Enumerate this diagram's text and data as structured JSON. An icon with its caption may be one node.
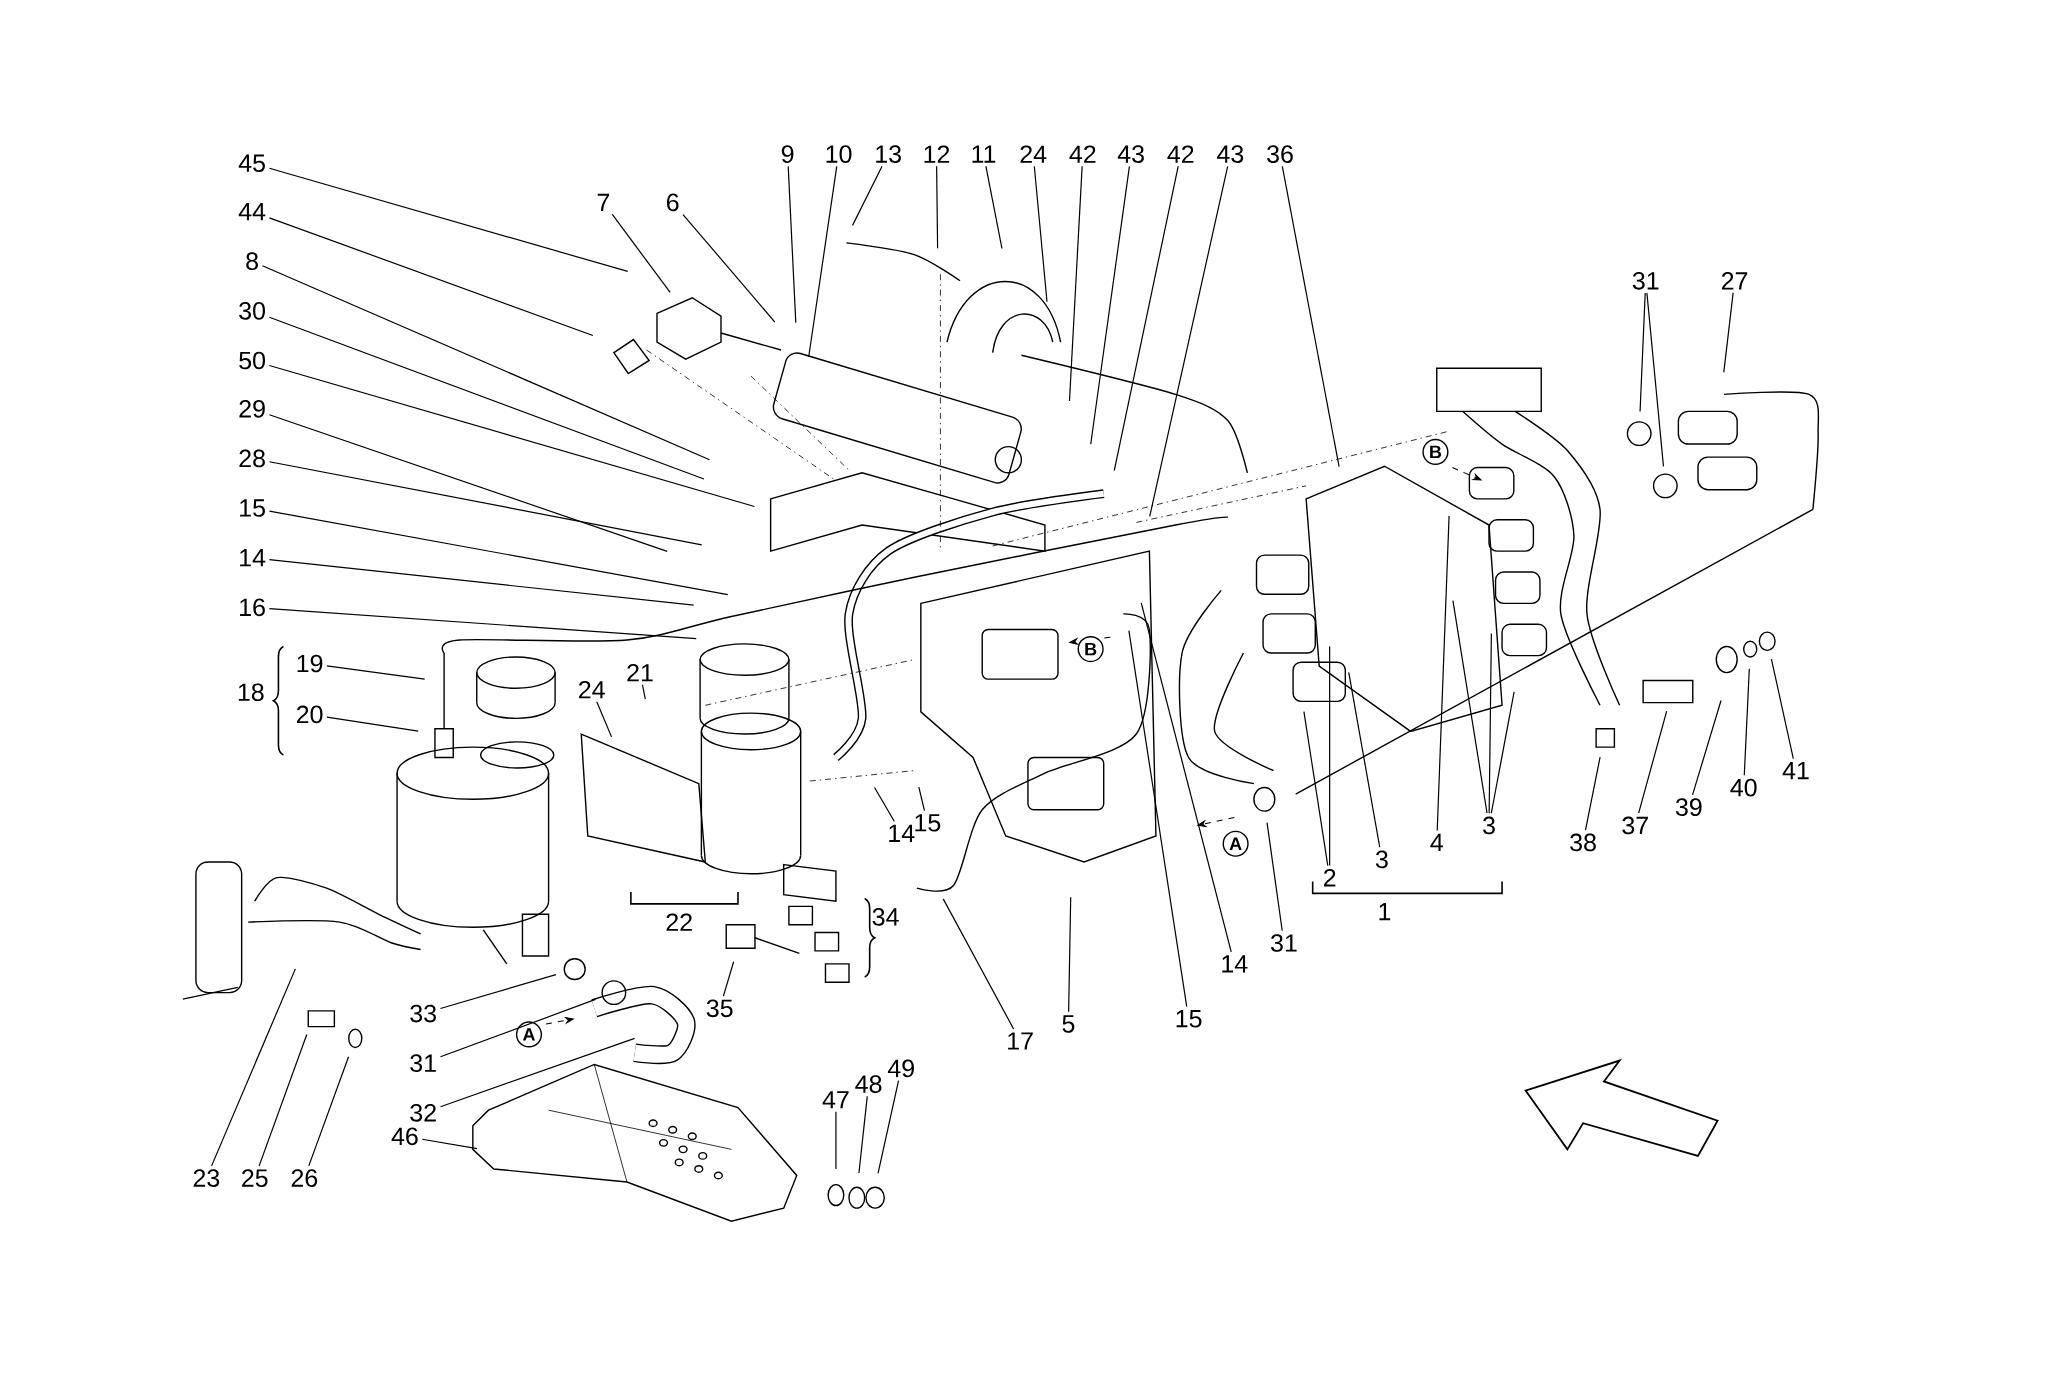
{
  "diagram": {
    "nodes": [
      {
        "text": [
          "45"
        ]
      },
      {
        "text": [
          "44"
        ]
      },
      {
        "text": [
          "8"
        ]
      },
      {
        "text": [
          "30"
        ]
      },
      {
        "text": [
          "50"
        ]
      },
      {
        "text": [
          "29"
        ]
      },
      {
        "text": [
          "28"
        ]
      },
      {
        "text": [
          "15"
        ]
      },
      {
        "text": [
          "14"
        ]
      },
      {
        "text": [
          "16"
        ]
      },
      {
        "text": [
          "7"
        ]
      },
      {
        "text": [
          "6"
        ]
      },
      {
        "text": [
          "9"
        ]
      },
      {
        "text": [
          "10"
        ]
      },
      {
        "text": [
          "13"
        ]
      },
      {
        "text": [
          "12"
        ]
      },
      {
        "text": [
          "11"
        ]
      },
      {
        "text": [
          "24"
        ]
      },
      {
        "text": [
          "42"
        ]
      },
      {
        "text": [
          "43"
        ]
      },
      {
        "text": [
          "42"
        ]
      },
      {
        "text": [
          "43"
        ]
      },
      {
        "text": [
          "36"
        ]
      },
      {
        "text": [
          "31"
        ]
      },
      {
        "text": [
          "27"
        ]
      },
      {
        "text": [
          "18"
        ]
      },
      {
        "text": [
          "19"
        ]
      },
      {
        "text": [
          "20"
        ]
      },
      {
        "text": [
          "24"
        ]
      },
      {
        "text": [
          "21"
        ]
      },
      {
        "text": [
          "22"
        ]
      },
      {
        "text": [
          "33"
        ]
      },
      {
        "text": [
          "31"
        ]
      },
      {
        "text": [
          "32"
        ]
      },
      {
        "text": [
          "35"
        ]
      },
      {
        "text": [
          "34"
        ]
      },
      {
        "text": [
          "14"
        ]
      },
      {
        "text": [
          "15"
        ]
      },
      {
        "text": [
          "17"
        ]
      },
      {
        "text": [
          "5"
        ]
      },
      {
        "text": [
          "15"
        ]
      },
      {
        "text": [
          "14"
        ]
      },
      {
        "text": [
          "31"
        ]
      },
      {
        "text": [
          "2"
        ]
      },
      {
        "text": [
          "3"
        ]
      },
      {
        "text": [
          "4"
        ]
      },
      {
        "text": [
          "3"
        ]
      },
      {
        "text": [
          "1"
        ]
      },
      {
        "text": [
          "38"
        ]
      },
      {
        "text": [
          "37"
        ]
      },
      {
        "text": [
          "39"
        ]
      },
      {
        "text": [
          "40"
        ]
      },
      {
        "text": [
          "41"
        ]
      },
      {
        "text": [
          "23"
        ]
      },
      {
        "text": [
          "25"
        ]
      },
      {
        "text": [
          "26"
        ]
      },
      {
        "text": [
          "46"
        ]
      },
      {
        "text": [
          "47"
        ]
      },
      {
        "text": [
          "48"
        ]
      },
      {
        "text": [
          "49"
        ]
      }
    ],
    "edges": [
      {
        "from": 0,
        "to": null,
        "arrow": "none"
      },
      {
        "from": 1,
        "to": null,
        "arrow": "none"
      },
      {
        "from": 2,
        "to": null,
        "arrow": "none"
      },
      {
        "from": 3,
        "to": null,
        "arrow": "none"
      },
      {
        "from": 4,
        "to": null,
        "arrow": "none"
      },
      {
        "from": 5,
        "to": null,
        "arrow": "none"
      },
      {
        "from": 6,
        "to": null,
        "arrow": "none"
      },
      {
        "from": 7,
        "to": null,
        "arrow": "none"
      },
      {
        "from": 8,
        "to": null,
        "arrow": "none"
      },
      {
        "from": 9,
        "to": null,
        "arrow": "none"
      },
      {
        "from": 10,
        "to": null,
        "arrow": "none"
      },
      {
        "from": 11,
        "to": null,
        "arrow": "none"
      },
      {
        "from": 12,
        "to": null,
        "arrow": "none"
      },
      {
        "from": 13,
        "to": null,
        "arrow": "none"
      },
      {
        "from": 14,
        "to": null,
        "arrow": "none"
      },
      {
        "from": 15,
        "to": null,
        "arrow": "none"
      },
      {
        "from": 16,
        "to": null,
        "arrow": "none"
      },
      {
        "from": 17,
        "to": null,
        "arrow": "none"
      },
      {
        "from": 18,
        "to": null,
        "arrow": "none"
      },
      {
        "from": 19,
        "to": null,
        "arrow": "none"
      },
      {
        "from": 20,
        "to": null,
        "arrow": "none"
      },
      {
        "from": 21,
        "to": null,
        "arrow": "none"
      },
      {
        "from": 22,
        "to": null,
        "arrow": "none"
      },
      {
        "from": 23,
        "to": null,
        "arrow": "none"
      },
      {
        "from": 23,
        "to": null,
        "arrow": "none"
      },
      {
        "from": 24,
        "to": null,
        "arrow": "none"
      },
      {
        "from": 26,
        "to": null,
        "arrow": "none"
      },
      {
        "from": 27,
        "to": null,
        "arrow": "none"
      },
      {
        "from": 28,
        "to": null,
        "arrow": "none"
      },
      {
        "from": 29,
        "to": null,
        "arrow": "none"
      },
      {
        "from": 31,
        "to": null,
        "arrow": "none"
      },
      {
        "from": 32,
        "to": null,
        "arrow": "none"
      },
      {
        "from": 33,
        "to": null,
        "arrow": "none"
      },
      {
        "from": 34,
        "to": null,
        "arrow": "none"
      },
      {
        "from": 36,
        "to": null,
        "arrow": "none"
      },
      {
        "from": 37,
        "to": null,
        "arrow": "none"
      },
      {
        "from": 38,
        "to": null,
        "arrow": "none"
      },
      {
        "from": 39,
        "to": null,
        "arrow": "none"
      },
      {
        "from": 40,
        "to": null,
        "arrow": "none"
      },
      {
        "from": 41,
        "to": null,
        "arrow": "none"
      },
      {
        "from": 42,
        "to": null,
        "arrow": "none"
      },
      {
        "from": 43,
        "to": null,
        "arrow": "none"
      },
      {
        "from": 43,
        "to": null,
        "arrow": "none"
      },
      {
        "from": 44,
        "to": null,
        "arrow": "none"
      },
      {
        "from": 45,
        "to": null,
        "arrow": "none"
      },
      {
        "from": 46,
        "to": null,
        "arrow": "none"
      },
      {
        "from": 46,
        "to": null,
        "arrow": "none"
      },
      {
        "from": 46,
        "to": null,
        "arrow": "none"
      },
      {
        "from": 48,
        "to": null,
        "arrow": "none"
      },
      {
        "from": 49,
        "to": null,
        "arrow": "none"
      },
      {
        "from": 50,
        "to": null,
        "arrow": "none"
      },
      {
        "from": 51,
        "to": null,
        "arrow": "none"
      },
      {
        "from": 52,
        "to": null,
        "arrow": "none"
      },
      {
        "from": 53,
        "to": null,
        "arrow": "none"
      },
      {
        "from": 54,
        "to": null,
        "arrow": "none"
      },
      {
        "from": 55,
        "to": null,
        "arrow": "none"
      },
      {
        "from": 56,
        "to": null,
        "arrow": "none"
      },
      {
        "from": 57,
        "to": null,
        "arrow": "none"
      },
      {
        "from": 58,
        "to": null,
        "arrow": "none"
      },
      {
        "from": 59,
        "to": null,
        "arrow": "none"
      }
    ],
    "labels": [
      "B",
      "B",
      "A",
      "A"
    ]
  }
}
